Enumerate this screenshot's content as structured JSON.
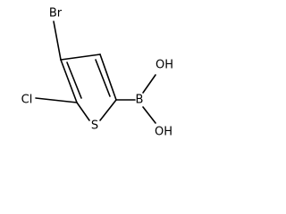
{
  "molecule": {
    "atoms": {
      "bromine": "Br",
      "chlorine": "Cl",
      "sulfur": "S",
      "boron": "B",
      "hydroxyl_top": "OH",
      "hydroxyl_bottom": "OH"
    }
  }
}
